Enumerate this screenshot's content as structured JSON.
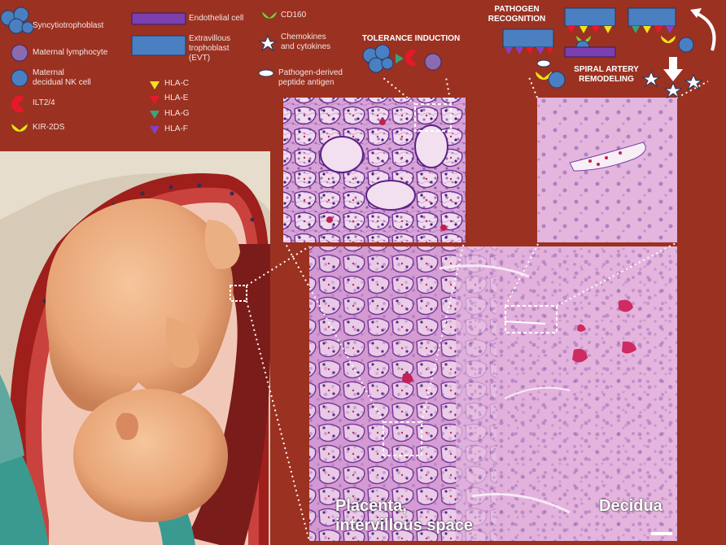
{
  "legend": {
    "syncytiotrophoblast": "Syncytiotrophoblast",
    "maternal_lymphocyte": "Maternal lymphocyte",
    "maternal_nk": "Maternal\ndecidual NK cell",
    "ilt": "ILT2/4",
    "kir": "KIR-2DS",
    "endothelial": "Endothelial cell",
    "evt": "Extravillous\ntrophoblast\n(EVT)",
    "hla_c": "HLA-C",
    "hla_e": "HLA-E",
    "hla_g": "HLA-G",
    "hla_f": "HLA-F",
    "cd160": "CD160",
    "chemokines": "Chemokines\nand cytokines",
    "peptide": "Pathogen-derived\npeptide antigen"
  },
  "headings": {
    "tolerance": "TOLERANCE INDUCTION",
    "pathogen": "PATHOGEN\nRECOGNITION",
    "spiral": "SPIRAL ARTERY\nREMODELING"
  },
  "labels": {
    "placenta": "Placenta,\nintervillous space",
    "decidua": "Decidua"
  },
  "colors": {
    "background": "#9b3121",
    "trophoblast_blue": "#4a7fc1",
    "lymphocyte_purple": "#8a6bb0",
    "endothelial_purple": "#7b3fb0",
    "ilt_red": "#e8182a",
    "kir_yellow": "#f2e31a",
    "cd160_green": "#8cc63f",
    "histology_pink": "#d98fc6"
  }
}
